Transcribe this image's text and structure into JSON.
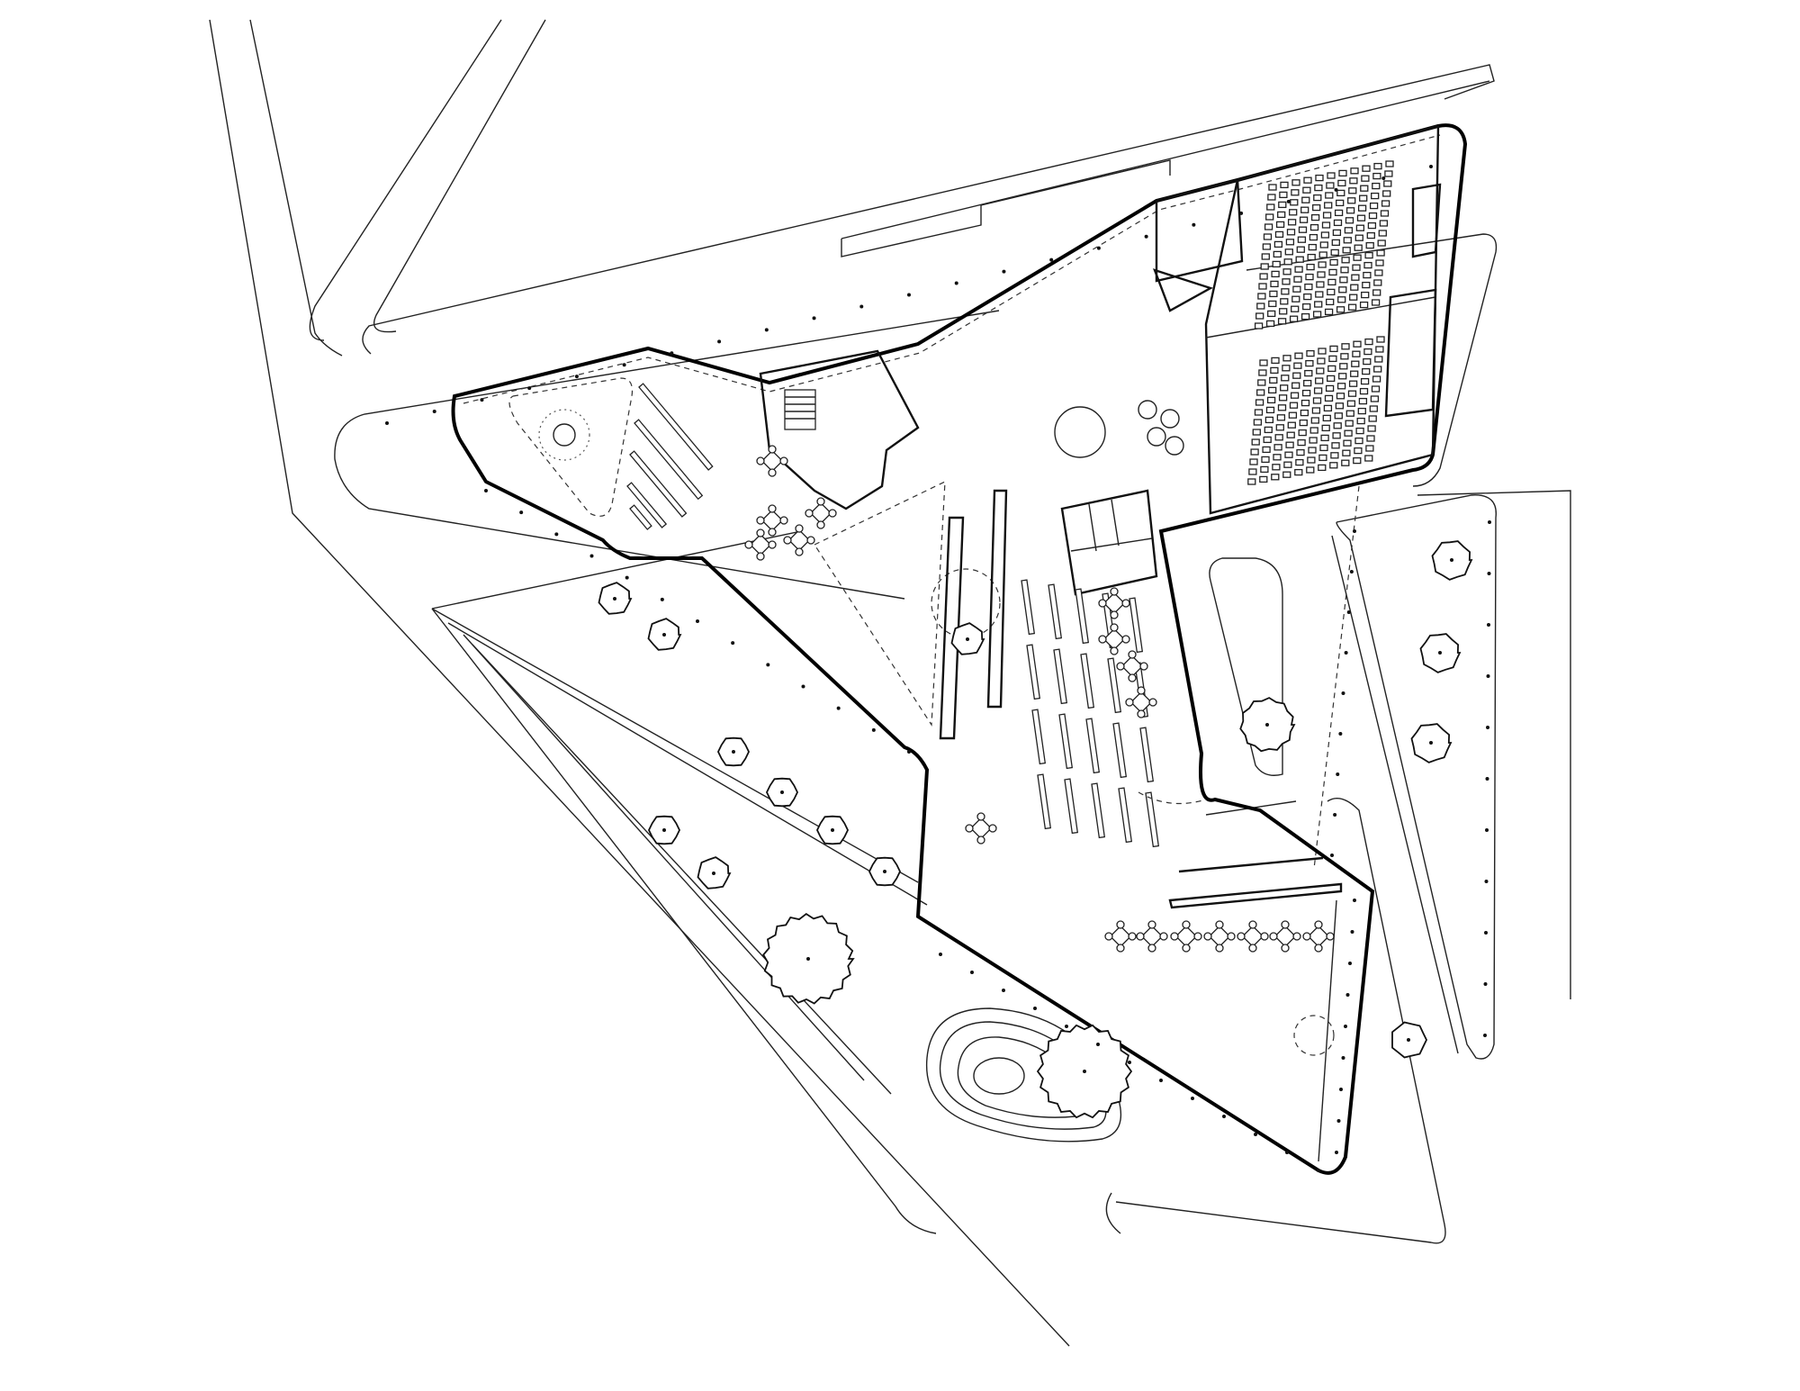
{
  "drawing": {
    "type": "architectural-site-floor-plan",
    "line_color": "#111111",
    "background": "#ffffff",
    "tree_count": 16,
    "seating_rows_count": 30
  }
}
